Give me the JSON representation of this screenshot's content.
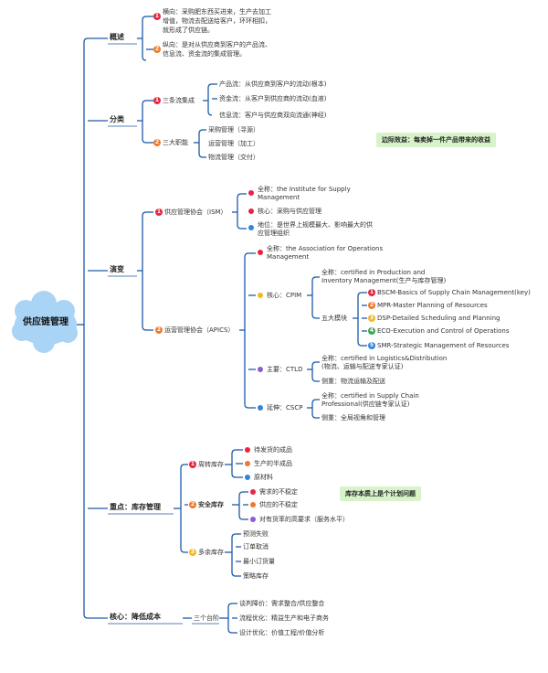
{
  "root": "供应链管理",
  "colors": {
    "line": "#1c5aa8",
    "leaf_line": "#7a7a7a",
    "cloud": "#a9d4f5"
  },
  "overview": {
    "label": "概述",
    "horizontal": [
      "横向：采购肥东西买进来，生产去加工",
      "增值，物流去配送给客户，环环相扣，",
      "就形成了供应链。"
    ],
    "vertical": [
      "纵向：是对从供应商到客户的产品流、",
      "信息流、资金流的集成管理。"
    ]
  },
  "classification": {
    "label": "分类",
    "three_flows": {
      "label": "三条流集成",
      "items": [
        "产品流：从供应商到客户的流动(根本)",
        "资金流：从客户到供应商的流动(血液)",
        "信息流：客户与供应商双向流通(神经)"
      ]
    },
    "three_functions": {
      "label": "三大职能",
      "items": [
        "采购管理（寻源）",
        "运营管理（加工）",
        "物流管理（交付）"
      ]
    },
    "callout": "边际效益：每卖掉一件产品带来的收益"
  },
  "evolution": {
    "label": "演变",
    "ism": {
      "label": "供应管理协会（ISM）",
      "fullname": [
        "全称：the Institute for Supply",
        "Management"
      ],
      "core": "核心：采购与供应管理",
      "status": [
        "地位：是世界上规模最大、影响最大的供",
        "应管理组织"
      ]
    },
    "apics": {
      "label": "运营管理协会（APICS）",
      "fullname": [
        "全称：the Association for Operations",
        "Management"
      ],
      "core_label": "核心：CPIM",
      "cpim_fullname": [
        "全称：certified in Production and",
        "Inventory Management(生产与库存管理)"
      ],
      "five_modules_label": "五大模块",
      "modules": [
        "BSCM-Basics of Supply Chain Management(key)",
        "MPR-Master Planning of Resources",
        "DSP-Detailed Scheduling and Planning",
        "ECO-Execution and Control of Operations",
        "SMR-Strategic Management of Resources"
      ],
      "main_label": "主要：CTLD",
      "ctld_fullname": [
        "全称：certified in Logistics&Distribution",
        "(物流、运输与配送专家认证)"
      ],
      "ctld_focus": "侧重：物流运输及配送",
      "ext_label": "延伸：CSCP",
      "cscp_fullname": [
        "全称：certified in Supply Chain",
        "Professional(供应链专家认证)"
      ],
      "cscp_focus": "侧重：全局视角和管理"
    }
  },
  "key": {
    "label": "重点：库存管理",
    "turnover": {
      "label": "周转库存",
      "items": [
        "待发货的成品",
        "生产的半成品",
        "原材料"
      ]
    },
    "safety": {
      "label": "安全库存",
      "items": [
        "需求的不稳定",
        "供应的不稳定",
        "对有货率的高要求（服务水平）"
      ]
    },
    "surplus": {
      "label": "多余库存",
      "items": [
        "预测失败",
        "订单取消",
        "最小订货量",
        "策略库存"
      ]
    },
    "callout": "库存本质上是个计划问题"
  },
  "core": {
    "label": "核心：降低成本",
    "steps_label": "三个台阶",
    "steps": [
      "谈判降价：需求整合/供应整合",
      "流程优化：精益生产和电子商务",
      "设计优化：价值工程/价值分析"
    ]
  }
}
